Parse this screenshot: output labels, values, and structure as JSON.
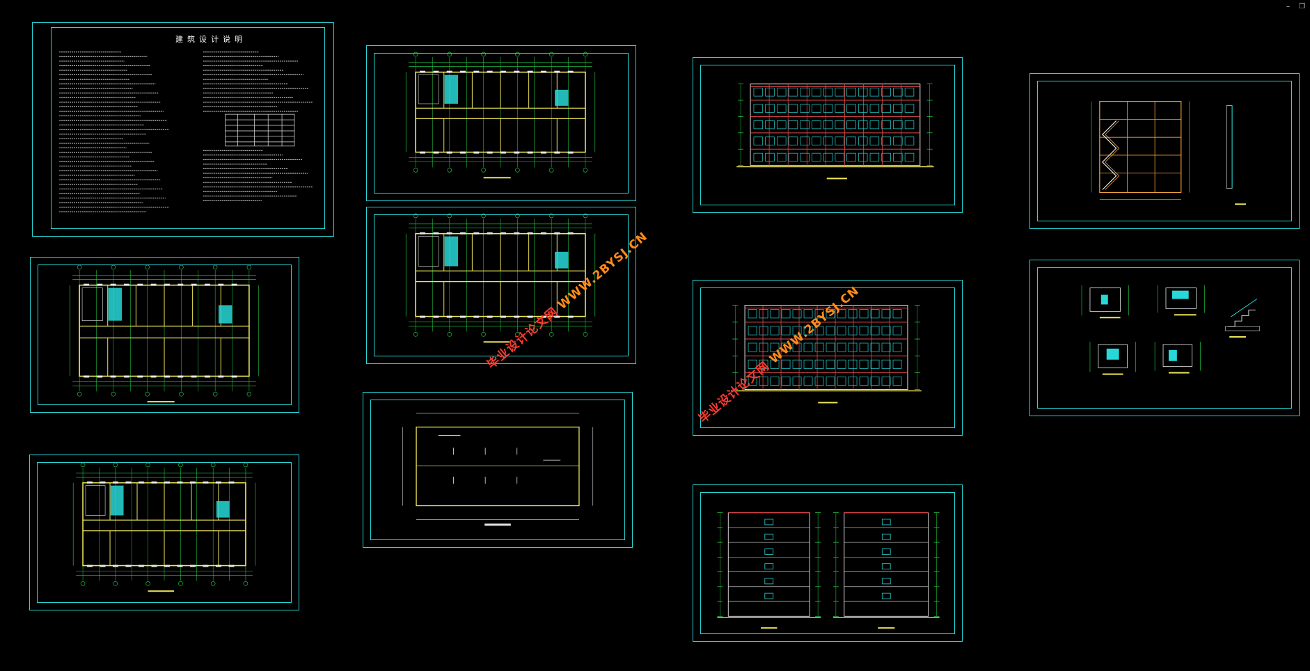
{
  "window": {
    "minimize_glyph": "–",
    "restore_glyph": "❐"
  },
  "sheets": {
    "design_notes": {
      "title": "建筑设计说明"
    }
  },
  "watermarks": [
    {
      "cn": "毕业设计论文网",
      "url": "WWW.2BYSJ.CN"
    },
    {
      "cn": "毕业设计论文网",
      "url": "WWW.2BYSJ.CN"
    }
  ],
  "colors": {
    "frame": "#2ad6d6",
    "wall": "#f2e85a",
    "grid": "#27e04a",
    "stair": "#28d8d8",
    "elev": "#e04a4a"
  }
}
